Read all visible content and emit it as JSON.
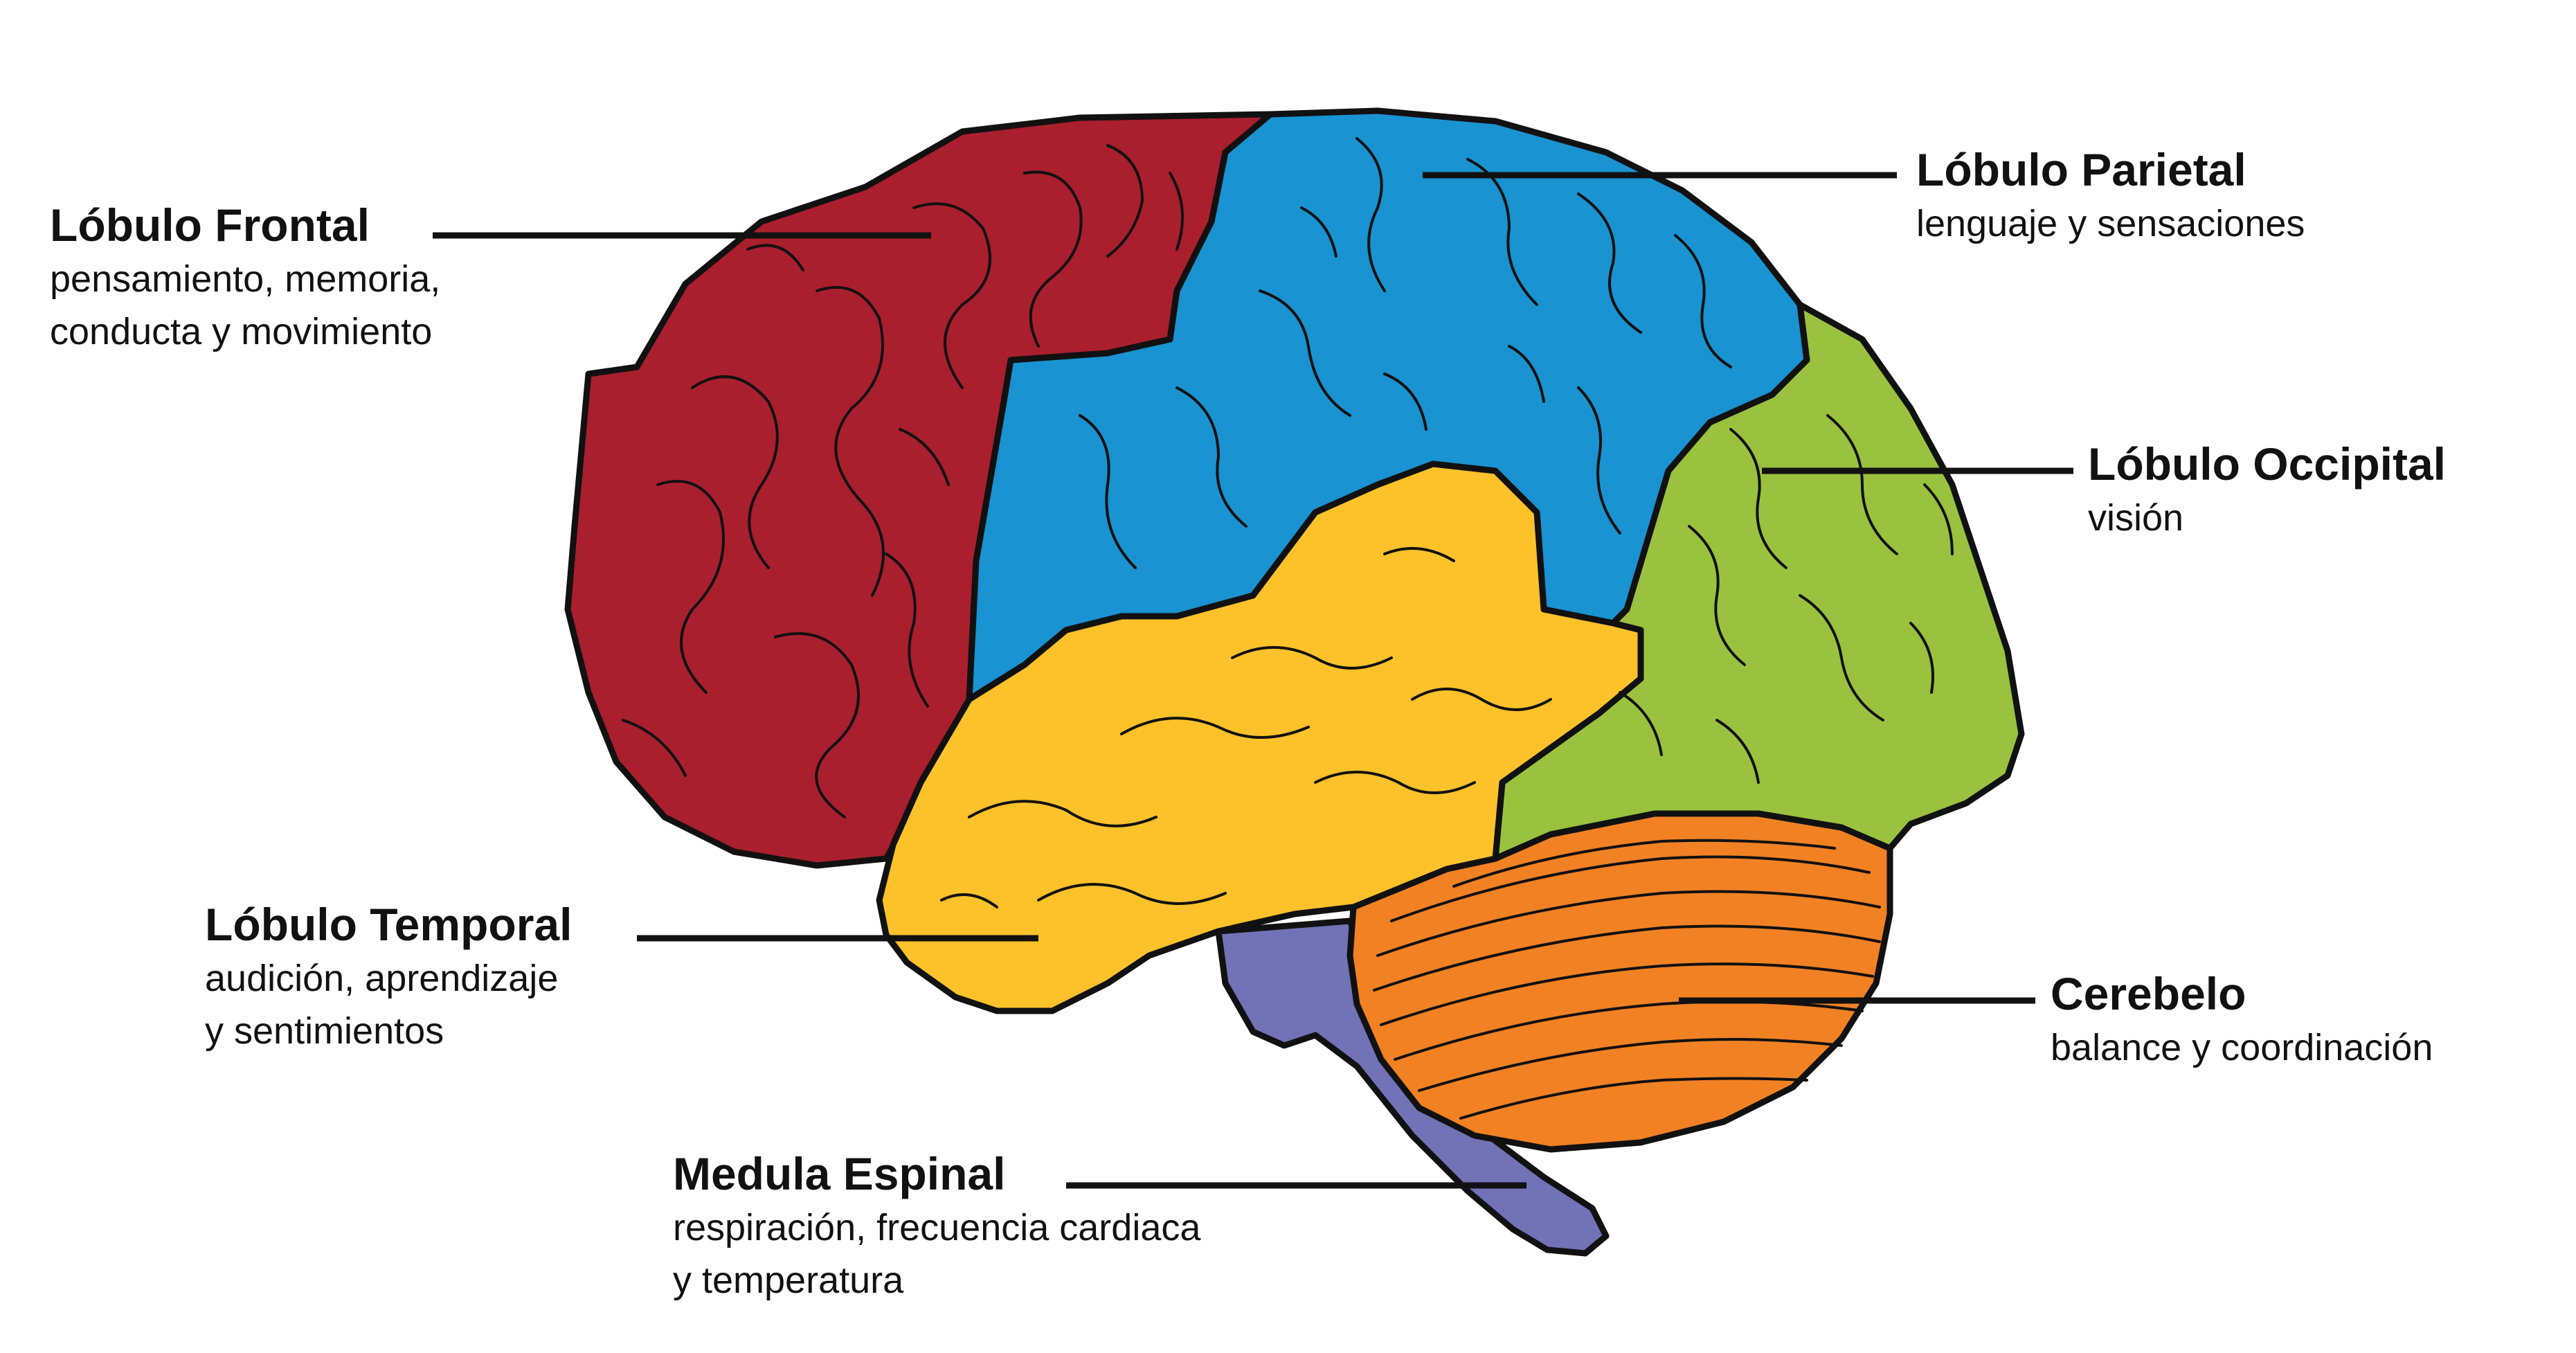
{
  "colors": {
    "frontal": "#AA1F2E",
    "parietal": "#1993D1",
    "occipital": "#9AC23F",
    "temporal": "#FDC22A",
    "cerebellum": "#F28123",
    "spinal_cord": "#7173B6",
    "outline": "#111111"
  },
  "labels": {
    "frontal": {
      "title": "Lóbulo Frontal",
      "desc_line1": "pensamiento, memoria,",
      "desc_line2": "conducta y movimiento"
    },
    "parietal": {
      "title": "Lóbulo Parietal",
      "desc_line1": "lenguaje y sensaciones"
    },
    "occipital": {
      "title": "Lóbulo Occipital",
      "desc_line1": "visión"
    },
    "temporal": {
      "title": "Lóbulo Temporal",
      "desc_line1": "audición, aprendizaje",
      "desc_line2": "y sentimientos"
    },
    "cerebellum": {
      "title": "Cerebelo",
      "desc_line1": "balance y coordinación"
    },
    "spinal_cord": {
      "title": "Medula Espinal",
      "desc_line1": "respiración, frecuencia cardiaca",
      "desc_line2": "y temperatura"
    }
  }
}
